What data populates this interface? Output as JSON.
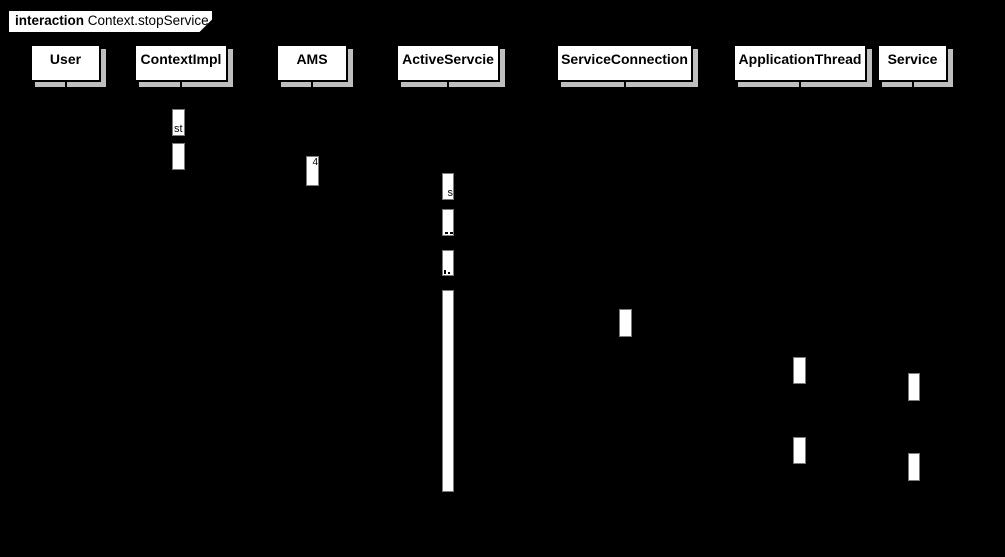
{
  "title": {
    "keyword": "interaction",
    "name": "Context.stopService"
  },
  "participants": [
    {
      "label": "User"
    },
    {
      "label": "ContextImpl"
    },
    {
      "label": "AMS"
    },
    {
      "label": "ActiveServcie"
    },
    {
      "label": "ServiceConnection"
    },
    {
      "label": "ApplicationThread"
    },
    {
      "label": "Service"
    }
  ],
  "fragments": {
    "contextimpl_call": "st",
    "ams_label": "4",
    "activeservice_call": "s"
  },
  "colors": {
    "background": "#000000",
    "box_fill": "#ffffff",
    "box_border": "#000000",
    "box_shadow": "#bfbfbf",
    "activation_border": "#7a7a7a",
    "text": "#000000"
  }
}
